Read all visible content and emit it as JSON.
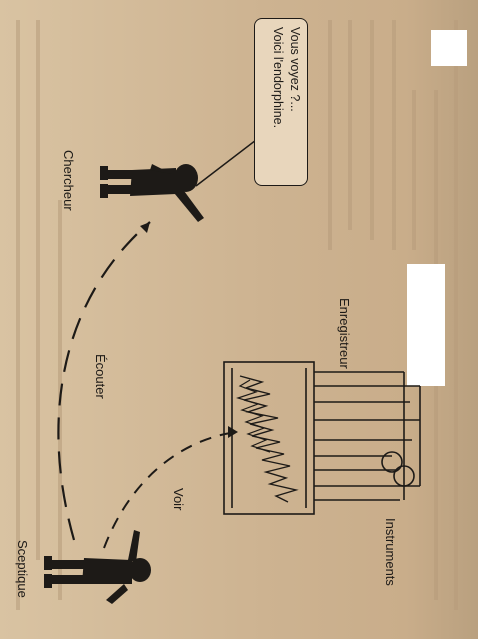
{
  "speech_bubble": {
    "line1": "Vous voyez ?...",
    "line2": "Voici l'endorphine."
  },
  "labels": {
    "chercheur": "Chercheur",
    "enregistreur": "Enregistreur",
    "ecouter": "Écouter",
    "voir": "Voir",
    "instruments": "Instruments",
    "sceptique": "Sceptique"
  },
  "colors": {
    "paper": "#cdb391",
    "ink": "#1d1a17",
    "bubble_fill": "#e8d6bc",
    "redaction": "#ffffff"
  },
  "icons": [
    "researcher-figure-icon",
    "skeptic-figure-icon",
    "recorder-apparatus-icon"
  ]
}
